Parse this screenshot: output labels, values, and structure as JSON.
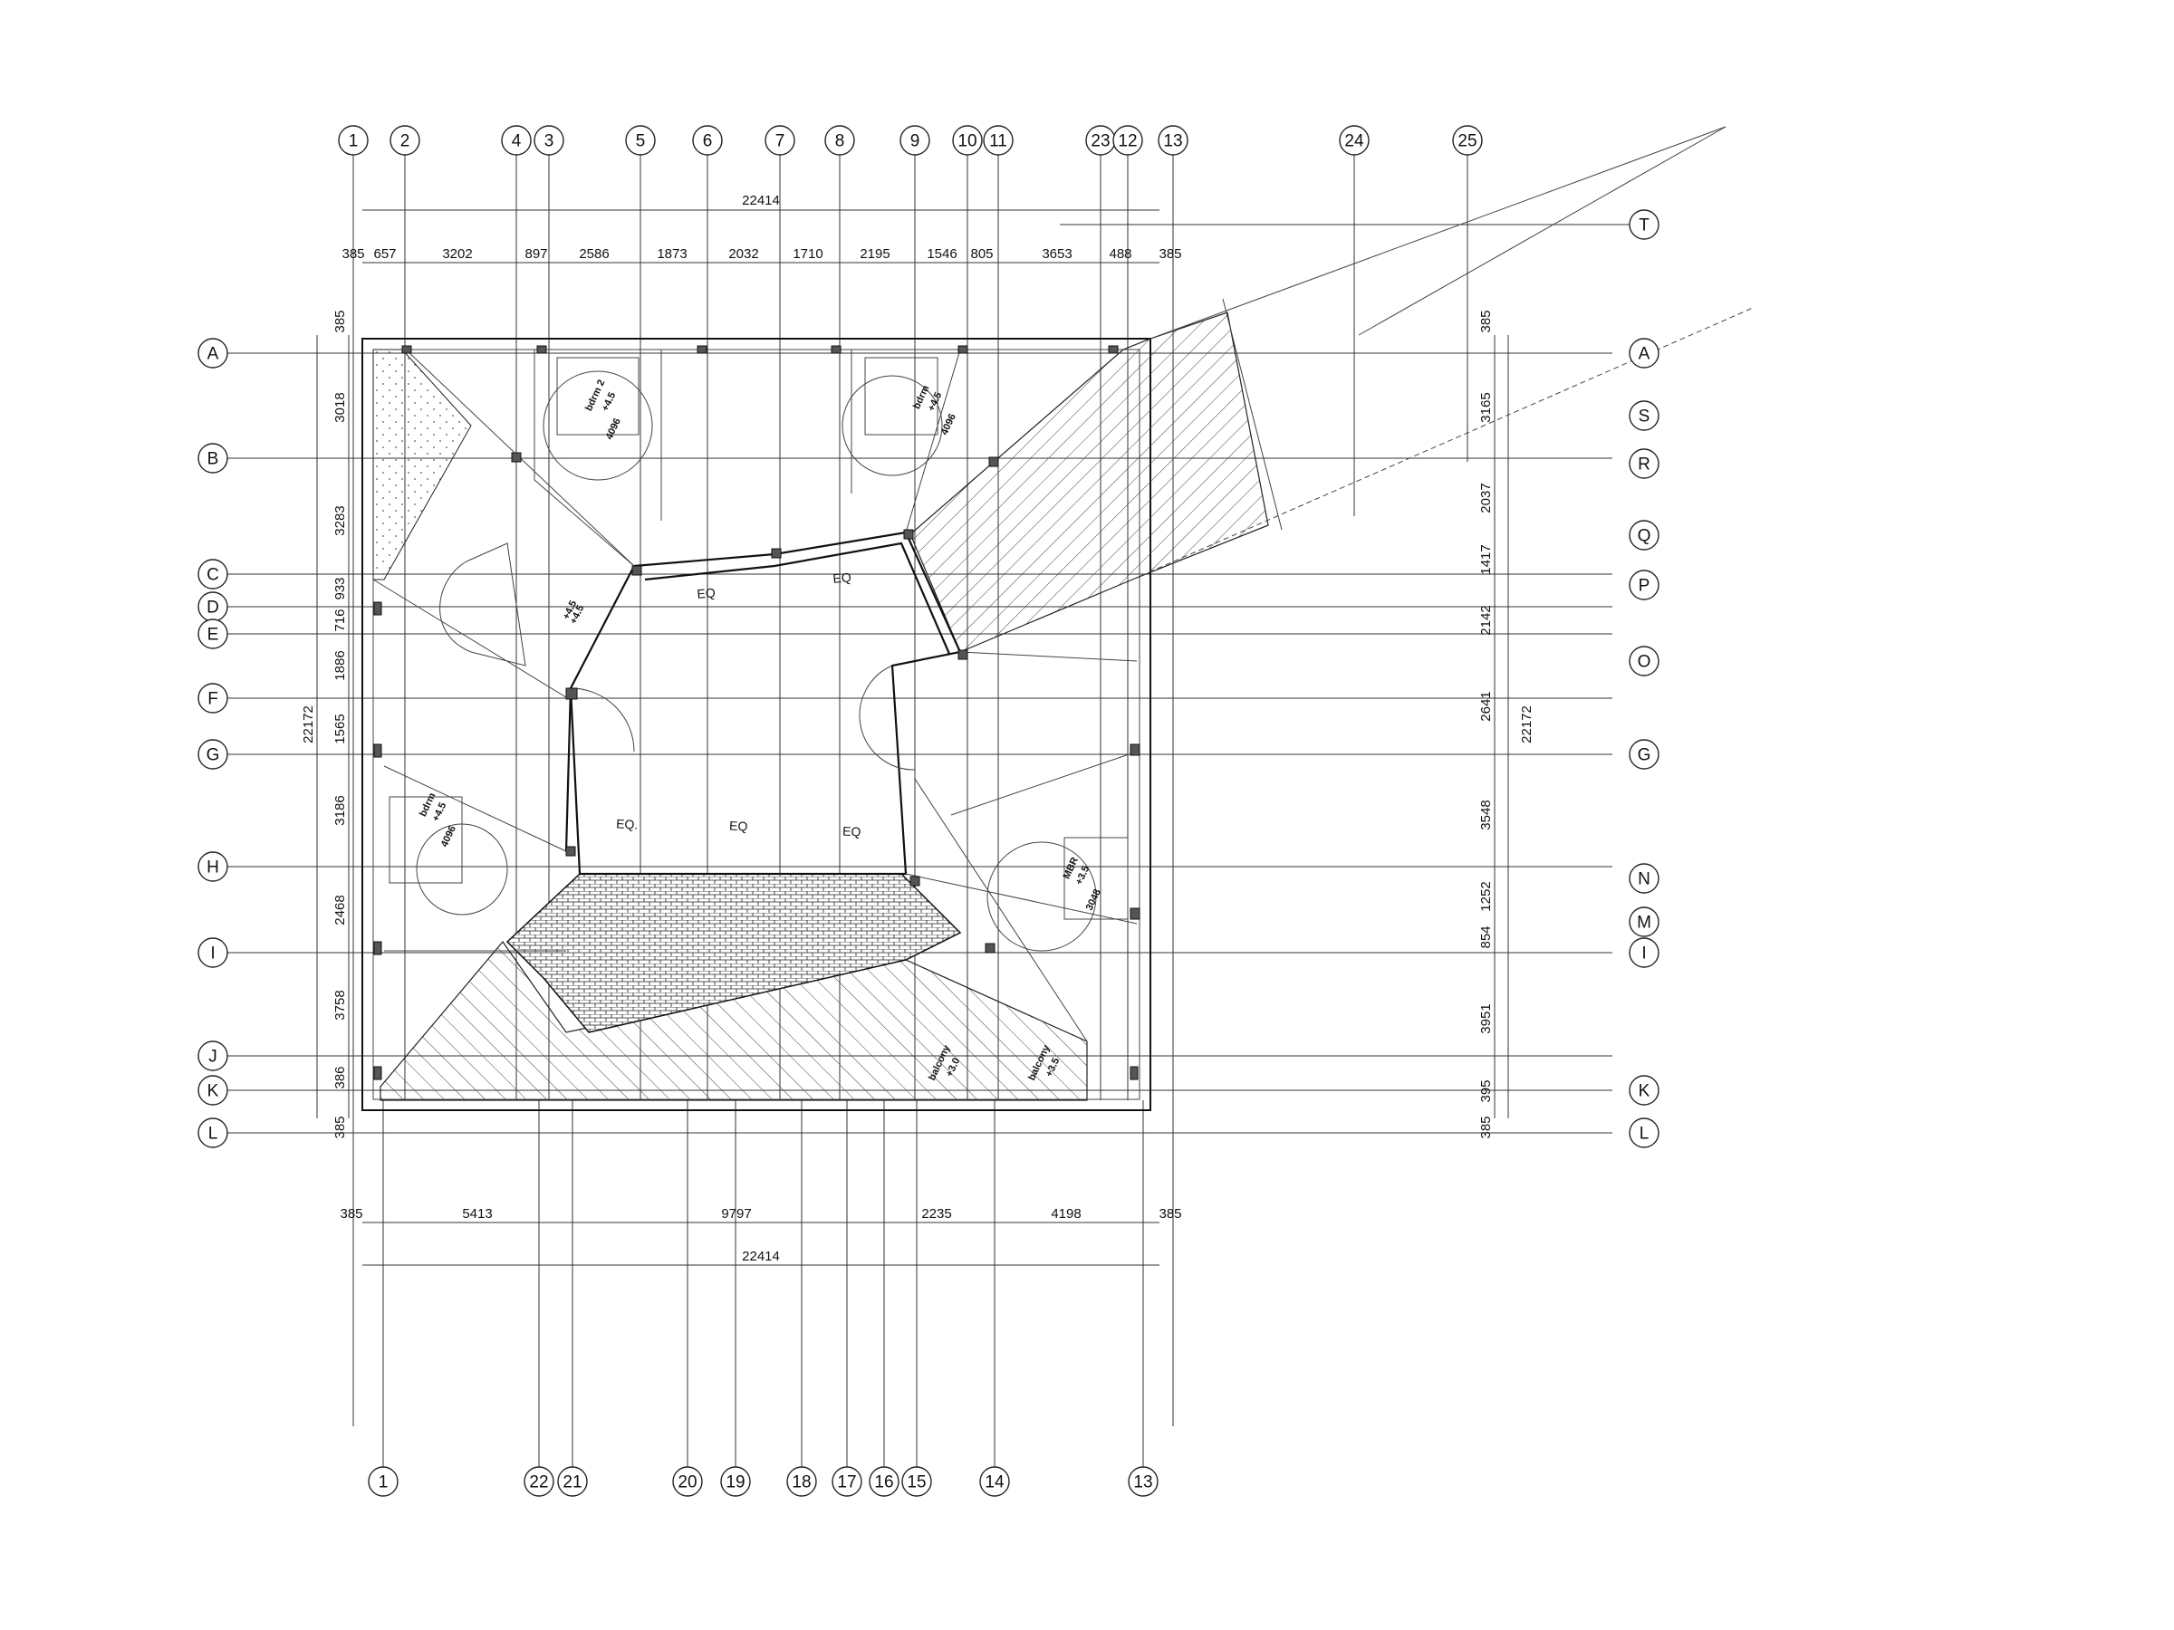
{
  "grid": {
    "top": [
      "1",
      "2",
      "4",
      "3",
      "5",
      "6",
      "7",
      "8",
      "9",
      "10",
      "11",
      "23",
      "12",
      "13",
      "24",
      "25"
    ],
    "bottom": [
      "1",
      "22",
      "21",
      "20",
      "19",
      "18",
      "17",
      "16",
      "15",
      "14",
      "13"
    ],
    "left": [
      "A",
      "B",
      "C",
      "D",
      "E",
      "F",
      "G",
      "H",
      "I",
      "J",
      "K",
      "L"
    ],
    "right": [
      "A",
      "S",
      "R",
      "Q",
      "P",
      "O",
      "G",
      "N",
      "M",
      "I",
      "K",
      "L",
      "T"
    ]
  },
  "dims": {
    "top_total": "22414",
    "top_chain": [
      "385",
      "657",
      "3202",
      "897",
      "2586",
      "1873",
      "2032",
      "1710",
      "2195",
      "1546",
      "805",
      "3653",
      "488",
      "385"
    ],
    "bottom_total": "22414",
    "bottom_chain": [
      "385",
      "5413",
      "9797",
      "2235",
      "4198",
      "385"
    ],
    "left_total": "22172",
    "left_chain": [
      "385",
      "3018",
      "3283",
      "933",
      "716",
      "1886",
      "1565",
      "3186",
      "2468",
      "3758",
      "386",
      "385"
    ],
    "right_total": "22172",
    "right_chain": [
      "385",
      "3165",
      "2037",
      "1417",
      "2142",
      "2641",
      "3548",
      "1252",
      "854",
      "3951",
      "395",
      "385"
    ]
  },
  "annotations": {
    "eq": [
      "EQ",
      "EQ",
      "EQ.",
      "EQ",
      "EQ"
    ],
    "rooms": [
      "bdrm 2",
      "+4.5",
      "bdrm",
      "+4.5",
      "bdrm",
      "+4.5",
      "MBR",
      "+3.5",
      "balcony",
      "+3.0",
      "balcony",
      "+3.5",
      "+4.5",
      "+4.5"
    ],
    "ceilings": [
      "4096",
      "4096",
      "4096",
      "3048"
    ]
  },
  "colors": {
    "line": "#222222",
    "paper": "#ffffff"
  }
}
